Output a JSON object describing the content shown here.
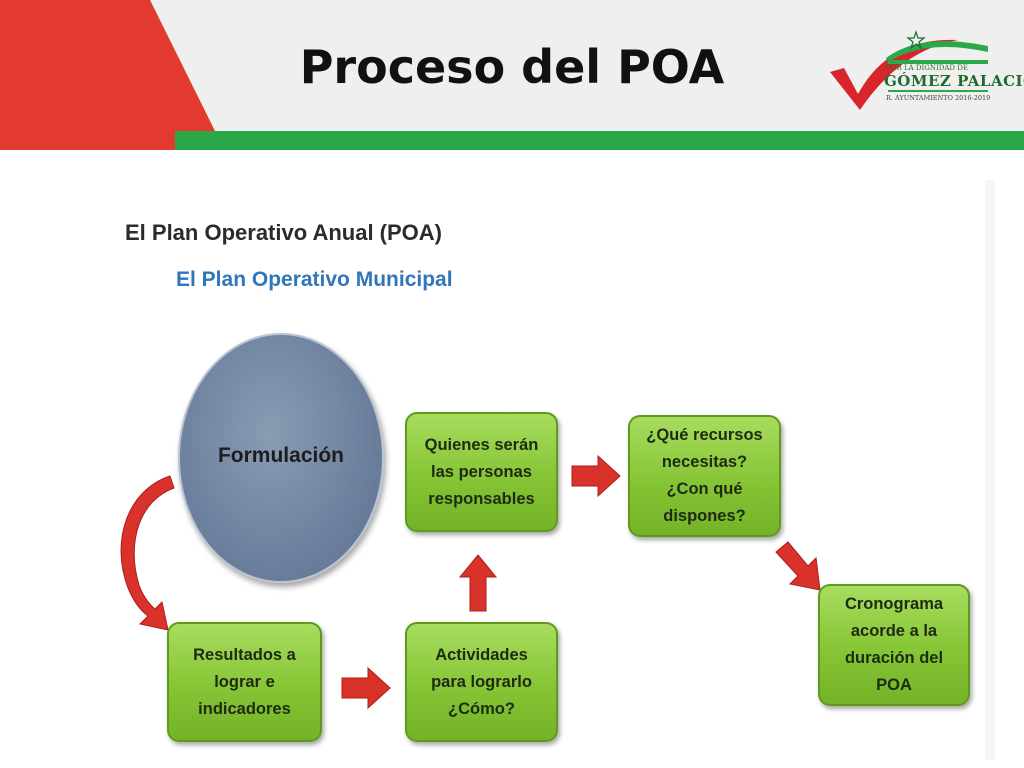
{
  "header": {
    "title": "Proceso del POA",
    "colors": {
      "red": "#e23a2e",
      "green": "#2aa84a"
    }
  },
  "logo": {
    "line1": "POR LA DIGNIDAD DE",
    "line2": "GÓMEZ PALACIO",
    "line3": "R. AYUNTAMIENTO 2016-2019"
  },
  "diagram": {
    "title": "El Plan Operativo Anual (POA)",
    "subtitle": "El Plan Operativo Municipal",
    "circle_label": "Formulación",
    "boxes": {
      "resultados": [
        "Resultados a",
        "lograr e",
        "indicadores"
      ],
      "actividades": [
        "Actividades",
        "para lograrlo",
        "¿Cómo?"
      ],
      "responsables": [
        "Quienes serán",
        "las personas",
        "responsables"
      ],
      "recursos": [
        "¿Qué recursos",
        "necesitas?",
        "¿Con qué",
        "dispones?"
      ],
      "cronograma": [
        "Cronograma",
        "acorde a la",
        "duración del",
        "POA"
      ]
    },
    "colors": {
      "box_green": "#86c535",
      "arrow_red": "#d9322b",
      "circle": "#6f83a0",
      "subtitle_blue": "#2f77b8"
    }
  }
}
